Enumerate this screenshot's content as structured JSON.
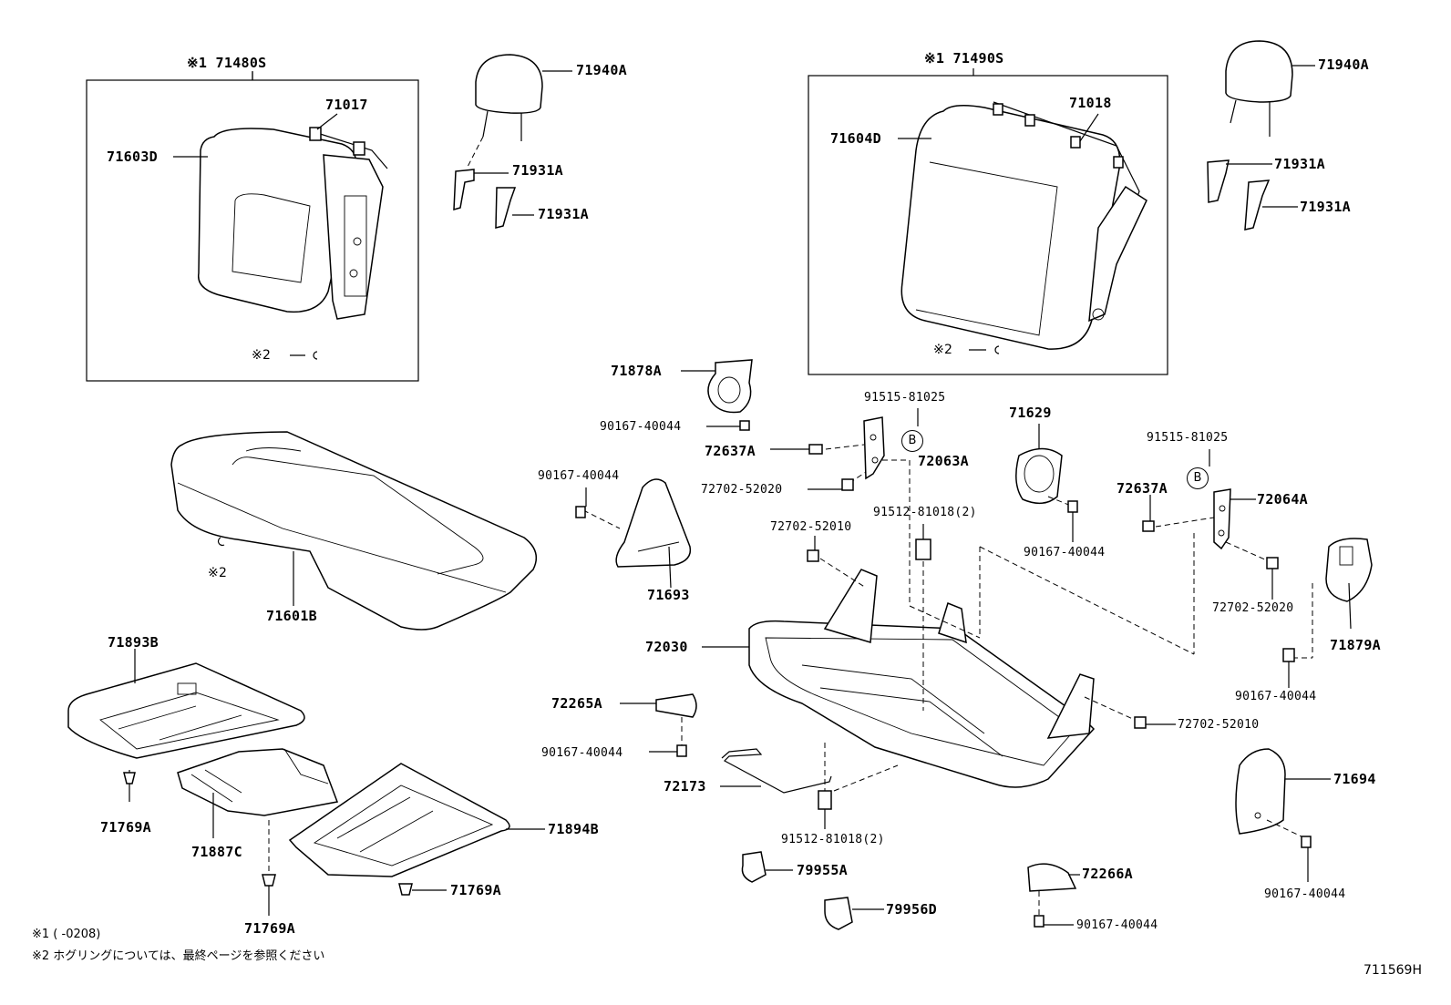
{
  "labels": {
    "l71480S": "※1 71480S",
    "l71490S": "※1 71490S",
    "l71017": "71017",
    "l71018": "71018",
    "l71603D": "71603D",
    "l71604D": "71604D",
    "l71940A_1": "71940A",
    "l71940A_2": "71940A",
    "l71931A_1": "71931A",
    "l71931A_2": "71931A",
    "l71931A_3": "71931A",
    "l71931A_4": "71931A",
    "lmark2_a": "※2",
    "lmark2_b": "※2",
    "lmark2_c": "※2",
    "l71601B": "71601B",
    "l71878A": "71878A",
    "l90167_a": "90167-40044",
    "l90167_b": "90167-40044",
    "l90167_c": "90167-40044",
    "l90167_d": "90167-40044",
    "l90167_e": "90167-40044",
    "l90167_f": "90167-40044",
    "l90167_g": "90167-40044",
    "l72637A_1": "72637A",
    "l72637A_2": "72637A",
    "l72702_52020_a": "72702-52020",
    "l72702_52020_b": "72702-52020",
    "l72702_52010_a": "72702-52010",
    "l72702_52010_b": "72702-52010",
    "l91515_a": "91515-81025",
    "l91515_b": "91515-81025",
    "l72063A": "72063A",
    "l72064A": "72064A",
    "l91512_a": "91512-81018(2)",
    "l91512_b": "91512-81018(2)",
    "l71629": "71629",
    "l71693": "71693",
    "l72030": "72030",
    "l71879A": "71879A",
    "l72265A": "72265A",
    "l72173": "72173",
    "l71694": "71694",
    "l79955A": "79955A",
    "l79956D": "79956D",
    "l72266A": "72266A",
    "l71893B": "71893B",
    "l71769A_1": "71769A",
    "l71769A_2": "71769A",
    "l71769A_3": "71769A",
    "l71887C": "71887C",
    "l71894B": "71894B",
    "circleB_1": "B",
    "circleB_2": "B"
  },
  "footnotes": {
    "note1": "※1 (      -0208)",
    "note2": "※2  ホグリングについては、最終ページを参照ください"
  },
  "figure_code": "711569H"
}
